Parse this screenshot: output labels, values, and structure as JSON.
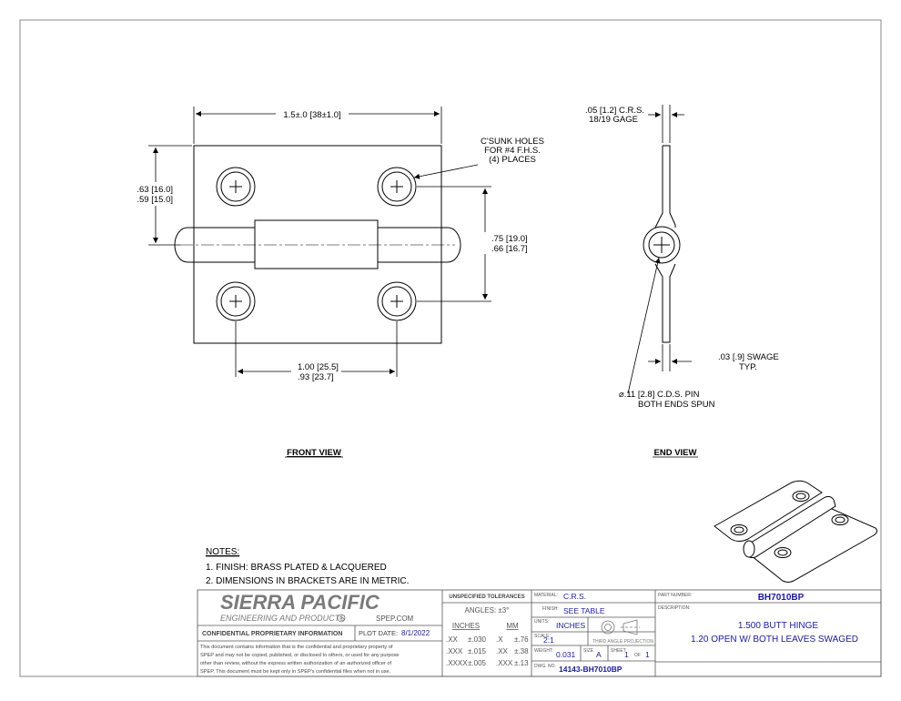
{
  "front_view": {
    "width_dim": "1.5±.0 [38±1.0]",
    "leaf_height_dim": [
      ".63 [16.0]",
      ".59 [15.0]"
    ],
    "hole_spacing_v_dim": [
      ".75 [19.0]",
      ".66 [16.7]"
    ],
    "hole_spacing_h_dim": [
      "1.00 [25.5]",
      ".93 [23.7]"
    ],
    "csunk_note": [
      "C'SUNK HOLES",
      "FOR #4 F.H.S.",
      "(4) PLACES"
    ],
    "title": "FRONT VIEW"
  },
  "end_view": {
    "thickness_dim": [
      ".05 [1.2] C.R.S.",
      "18/19 GAGE"
    ],
    "swage_dim": [
      ".03 [.9] SWAGE",
      "TYP."
    ],
    "pin_note": [
      "⌀.11 [2.8] C.D.S. PIN",
      "BOTH ENDS SPUN"
    ],
    "title": "END VIEW"
  },
  "notes": {
    "heading": "NOTES:",
    "items": [
      "1.   FINISH: BRASS PLATED & LACQUERED",
      "2.   DIMENSIONS IN BRACKETS ARE IN METRIC."
    ]
  },
  "title_block": {
    "company": "SIERRA PACIFIC",
    "company_sub": "ENGINEERING AND PRODUCTS",
    "reg_mark": "R",
    "website": "SPEP.COM",
    "confidential_label": "CONFIDENTIAL PROPRIETARY INFORMATION",
    "plot_date_label": "PLOT DATE:",
    "plot_date": "8/1/2022",
    "disclaimer": [
      "This document contains information that is the confidential and proprietary property of",
      "SPEP and may not be copied, published, or disclosed to others, or used for any purpose",
      "other than review, without the express written authorization of an authorized officer of",
      "SPEP. This document must be kept only in SPEP's confidential files when not in use."
    ],
    "tolerances_header": "UNSPECIFIED TOLERANCES",
    "angles": "ANGLES: ±3°",
    "inches_header": "INCHES",
    "mm_header": "MM",
    "inch_rows": [
      [
        ".XX",
        "±.030"
      ],
      [
        ".XXX",
        "±.015"
      ],
      [
        ".XXXX",
        "±.005"
      ]
    ],
    "mm_rows": [
      [
        ".X",
        "±.76"
      ],
      [
        ".XX",
        "±.38"
      ],
      [
        ".XXX",
        "±.13"
      ]
    ],
    "material_label": "MATERIAL:",
    "material": "C.R.S.",
    "finish_label": "FINISH:",
    "finish": "SEE TABLE",
    "units_label": "UNITS:",
    "units": "INCHES",
    "scale_label": "SCALE:",
    "scale": "2:1",
    "projection_label": "THIRD ANGLE PROJECTION",
    "weight_label": "WEIGHT:",
    "weight": "0.031",
    "size_label": "SIZE",
    "size": "A",
    "sheet_label": "SHEET",
    "sheet": "1",
    "of_label": "OF",
    "sheet_total": "1",
    "dwg_label": "DWG. NO.",
    "dwg_no": "14143-BH7010BP",
    "part_number_label": "PART NUMBER:",
    "part_number": "BH7010BP",
    "description_label": "DESCRIPTION:",
    "description": [
      "1.500 BUTT HINGE",
      "1.20 OPEN W/ BOTH LEAVES SWAGED"
    ]
  }
}
